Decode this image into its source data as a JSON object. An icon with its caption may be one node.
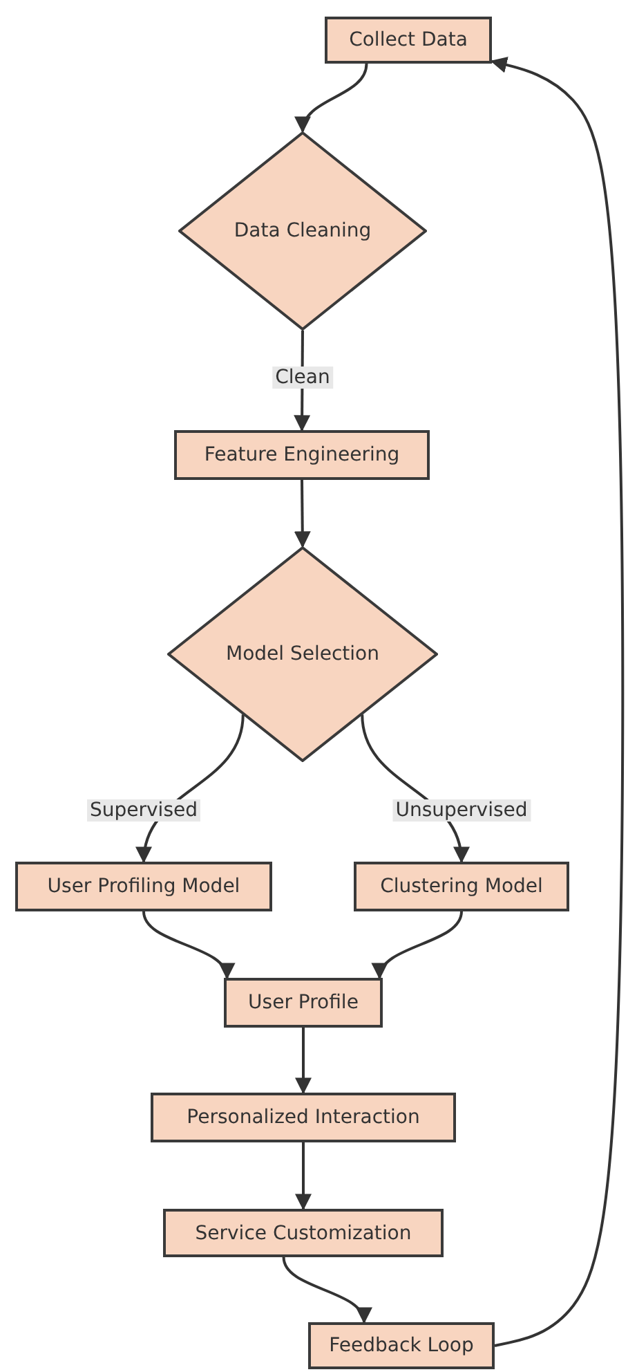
{
  "diagram": {
    "nodes": [
      {
        "text": [
          "Collect Data"
        ]
      },
      {
        "text": [
          "Data Cleaning"
        ]
      },
      {
        "text": [
          "Feature Engineering"
        ]
      },
      {
        "text": [
          "Model Selection"
        ]
      },
      {
        "text": [
          "User Profiling Model"
        ]
      },
      {
        "text": [
          "Clustering Model"
        ]
      },
      {
        "text": [
          "User Profile"
        ]
      },
      {
        "text": [
          "Personalized Interaction"
        ]
      },
      {
        "text": [
          "Service Customization"
        ]
      },
      {
        "text": [
          "Feedback Loop"
        ]
      }
    ],
    "edges": [
      {
        "from": 0,
        "to": 1,
        "arrow": "to"
      },
      {
        "from": 1,
        "to": 2,
        "arrow": "to",
        "label": "Clean"
      },
      {
        "from": 2,
        "to": 3,
        "arrow": "to"
      },
      {
        "from": 3,
        "to": 4,
        "arrow": "to",
        "label": "Supervised"
      },
      {
        "from": 3,
        "to": 5,
        "arrow": "to",
        "label": "Unsupervised"
      },
      {
        "from": 4,
        "to": 6,
        "arrow": "to"
      },
      {
        "from": 5,
        "to": 6,
        "arrow": "to"
      },
      {
        "from": 6,
        "to": 7,
        "arrow": "to"
      },
      {
        "from": 7,
        "to": 8,
        "arrow": "to"
      },
      {
        "from": 8,
        "to": 9,
        "arrow": "to"
      },
      {
        "from": 9,
        "to": 0,
        "arrow": "to"
      }
    ]
  }
}
